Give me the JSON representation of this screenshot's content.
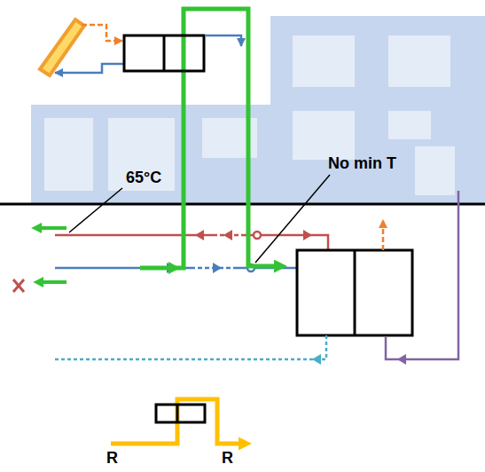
{
  "diagram": {
    "labels": [
      "65°C",
      "No min T",
      "R",
      "R"
    ]
  }
}
